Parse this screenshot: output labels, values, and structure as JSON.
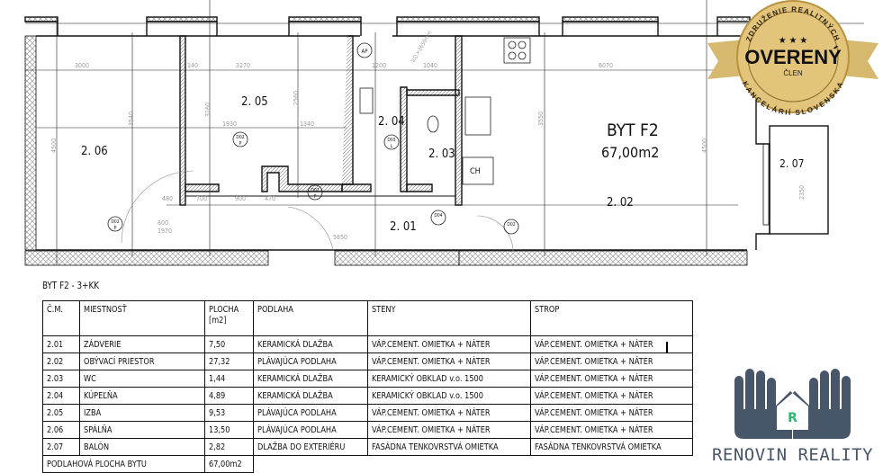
{
  "plan": {
    "apartment_title": "BYT F2",
    "apartment_area": "67,00m2",
    "rooms": {
      "r201": "2. 01",
      "r202": "2. 02",
      "r203": "2. 03",
      "r204": "2. 04",
      "r205": "2. 05",
      "r206": "2. 06",
      "r207": "2. 07"
    },
    "symbols": {
      "ap": "AP",
      "ch": "CH",
      "d001": "D01",
      "d002": "D02",
      "d003": "D03",
      "d004": "D04",
      "p": "P",
      "l": "L"
    },
    "dimensions": {
      "d3000": "3000",
      "d3270": "3270",
      "d140": "140",
      "d1200": "1200",
      "d1040": "1040",
      "d6070": "6070",
      "d3540": "3540",
      "d4500": "4500",
      "d1930": "1930",
      "d1340": "1340",
      "d3160": "3160",
      "d2560": "2560",
      "d5650": "5650",
      "d3550": "3550",
      "d2350": "2350",
      "d800": "800",
      "d1970": "1970",
      "d900": "900",
      "d700": "700",
      "d470": "470",
      "d480": "480",
      "vo": "V.O.=2650mm"
    }
  },
  "table": {
    "title": "BYT F2 - 3+KK",
    "headers": [
      "Č.M.",
      "MIESTNOSŤ",
      "PLOCHA [m2]",
      "PODLAHA",
      "STENY",
      "STROP"
    ],
    "rows": [
      [
        "2.01",
        "ZÁDVERIE",
        "7,50",
        "KERAMICKÁ DLAŽBA",
        "VÁP.CEMENT. OMIETKA + NÁTER",
        "VÁP.CEMENT. OMIETKA + NÁTER"
      ],
      [
        "2.02",
        "OBÝVACÍ PRIESTOR",
        "27,32",
        "PLÁVAJÚCA PODLAHA",
        "VÁP.CEMENT. OMIETKA + NÁTER",
        "VÁP.CEMENT. OMIETKA + NÁTER"
      ],
      [
        "2.03",
        "WC",
        "1,44",
        "KERAMICKÁ DLAŽBA",
        "KERAMICKÝ OBKLAD v.o. 1500",
        "VÁP.CEMENT. OMIETKA + NÁTER"
      ],
      [
        "2.04",
        "KÚPEĽŇA",
        "4,89",
        "KERAMICKÁ DLAŽBA",
        "KERAMICKÝ OBKLAD v.o. 1500",
        "VÁP.CEMENT. OMIETKA + NÁTER"
      ],
      [
        "2.05",
        "IZBA",
        "9,53",
        "PLÁVAJÚCA PODLAHA",
        "VÁP.CEMENT. OMIETKA + NÁTER",
        "VÁP.CEMENT. OMIETKA + NÁTER"
      ],
      [
        "2.06",
        "SPÁLŇA",
        "13,50",
        "PLÁVAJÚCA PODLAHA",
        "VÁP.CEMENT. OMIETKA + NÁTER",
        "VÁP.CEMENT. OMIETKA + NÁTER"
      ],
      [
        "2.07",
        "BALÓN",
        "2,82",
        "DLAŽBA DO EXTERIÉRU",
        "FASÁDNA TENKOVRSTVÁ OMIETKA",
        "FASÁDNA TENKOVRSTVÁ OMIETKA"
      ]
    ],
    "total_label": "PODLAHOVÁ PLOCHA BYTU",
    "total_value": "67,00m2"
  },
  "badge": {
    "top_text": "ZDRUŽENIE REALITNÝCH",
    "main": "OVERENÝ",
    "sub": "ČLEN",
    "bottom_text": "KANCELÁRIÍ SLOVENSKA",
    "colors": {
      "gold": "#d9b768",
      "gold_dark": "#b8923f"
    }
  },
  "logo": {
    "letter": "R",
    "name": "RENOVIN REALITY",
    "colors": {
      "hands": "#48566a",
      "letter": "#2bb673"
    }
  }
}
